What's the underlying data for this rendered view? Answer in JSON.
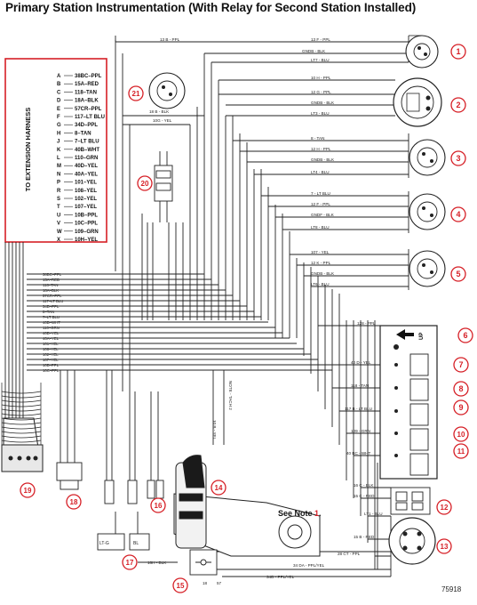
{
  "title": "Primary Station Instrumentation (With Relay for Second Station Installed)",
  "harness_label": "TO EXTENSION HARNESS",
  "pins": [
    {
      "letter": "A",
      "wire": "38BC–PPL"
    },
    {
      "letter": "B",
      "wire": "15A–RED"
    },
    {
      "letter": "C",
      "wire": "118–TAN"
    },
    {
      "letter": "D",
      "wire": "18A–BLK"
    },
    {
      "letter": "E",
      "wire": "57CR–PPL"
    },
    {
      "letter": "F",
      "wire": "117–LT BLU"
    },
    {
      "letter": "G",
      "wire": "34D–PPL"
    },
    {
      "letter": "H",
      "wire": "8–TAN"
    },
    {
      "letter": "J",
      "wire": "7–LT BLU"
    },
    {
      "letter": "K",
      "wire": "40B–WHT"
    },
    {
      "letter": "L",
      "wire": "110–GRN"
    },
    {
      "letter": "M",
      "wire": "40D–YEL"
    },
    {
      "letter": "N",
      "wire": "40A–YEL"
    },
    {
      "letter": "P",
      "wire": "101–YEL"
    },
    {
      "letter": "R",
      "wire": "108–YEL"
    },
    {
      "letter": "S",
      "wire": "102–YEL"
    },
    {
      "letter": "T",
      "wire": "107–YEL"
    },
    {
      "letter": "U",
      "wire": "10B–PPL"
    },
    {
      "letter": "V",
      "wire": "10C–PPL"
    },
    {
      "letter": "W",
      "wire": "109–GRN"
    },
    {
      "letter": "X",
      "wire": "10H–YEL"
    }
  ],
  "callouts": [
    "1",
    "2",
    "3",
    "4",
    "5",
    "6",
    "7",
    "8",
    "9",
    "10",
    "11",
    "12",
    "13",
    "14",
    "15",
    "16",
    "17",
    "18",
    "19",
    "20",
    "21"
  ],
  "wire_labels": {
    "w13b": "13 B - PPL",
    "w13f": "13 F - PPL",
    "wgnd1": "GNDB - BLK",
    "wlt7": "LT7 - BLU",
    "w18b": "18 B - BLK",
    "w10g": "10G - YEL",
    "w10h": "10 H - PPL",
    "w12g": "12 G - PPL",
    "wgnd2": "GNDB - BLK",
    "wlt3": "LT3 - BLU",
    "w8tan": "8 - TAN",
    "w12h": "12 H - PPL",
    "wgnd3": "GNDB - BLK",
    "wlt4": "LT4 - BLU",
    "w7lt": "7 - LT BLU",
    "w12f": "12 F - PPL",
    "wgnd4": "GNDF - BLK",
    "wlt8": "LT8 - BLU",
    "w107": "107 - YEL",
    "w12k": "12 K - PPL",
    "wgnd5": "GNDB - BLK",
    "wlt6": "LT6 - BLU",
    "w128": "128 - PPL",
    "w40d": "40 D - YEL",
    "w118": "118 - TAN",
    "w117": "117 B - LT BLU",
    "w109": "109 - GRN",
    "w40bc": "40 BC - WHT",
    "w16c": "16 C - BLK",
    "w15c": "15 C - RED",
    "wlt1": "LT1 - BLU",
    "w15b": "15 B - RED",
    "w28ct": "28 CT - PPL",
    "w34da": "34 DA - PPL/YEL",
    "w34d": "34D - PPL/YEL",
    "w16h": "16H - BLK",
    "w13e": "13E - PPL",
    "w57": "57",
    "w18": "18"
  },
  "up_label": "UP",
  "note_ref": "See Note",
  "note_num": "1",
  "tach_note": "NOTE - TACH 2",
  "tach_wire": "10 B - YEL",
  "relay_labels": [
    "LT-G",
    "BL"
  ],
  "figure_number": "75918"
}
